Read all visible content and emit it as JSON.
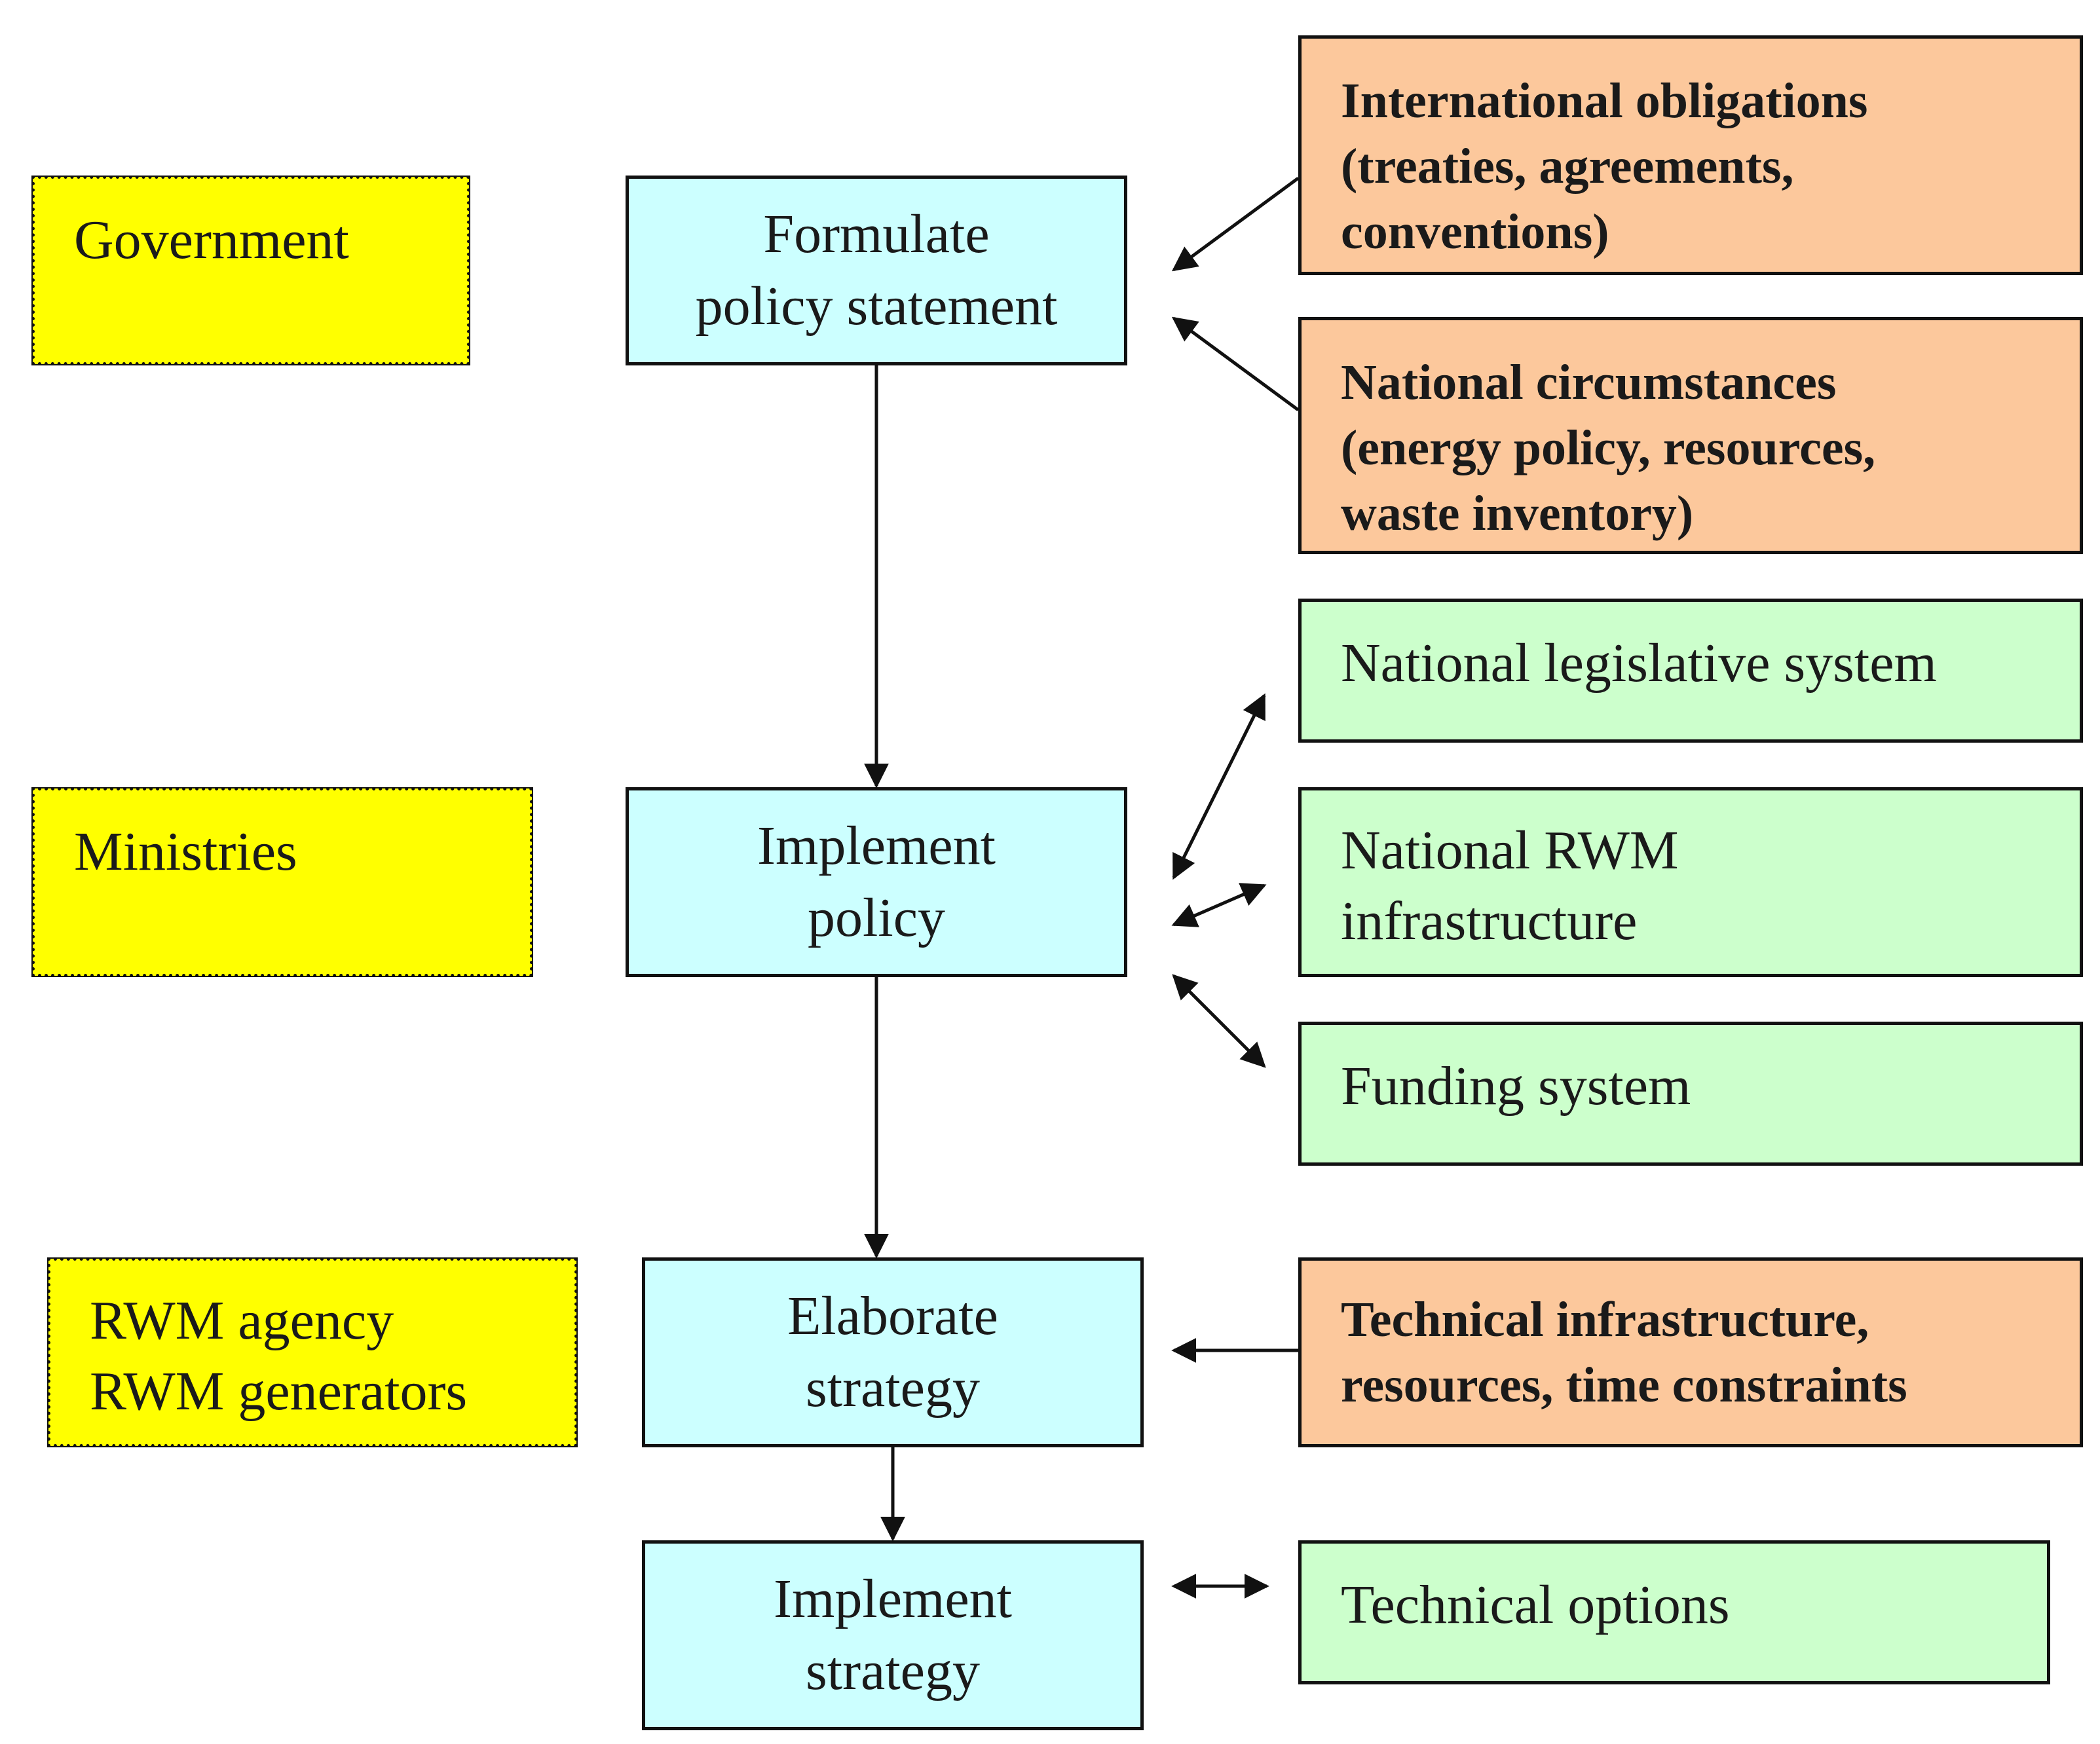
{
  "actors": {
    "government": [
      "Government"
    ],
    "ministries": [
      "Ministries"
    ],
    "rwm": [
      "RWM agency",
      "RWM generators"
    ]
  },
  "steps": {
    "formulate": [
      "Formulate",
      "policy statement"
    ],
    "implement_policy": [
      "Implement",
      "policy"
    ],
    "elaborate": [
      "Elaborate",
      "strategy"
    ],
    "implement_strategy": [
      "Implement",
      "strategy"
    ]
  },
  "inputs": {
    "international": [
      "International obligations",
      "(treaties, agreements,",
      "conventions)"
    ],
    "national_circumstances": [
      "National circumstances",
      "(energy policy, resources,",
      "waste inventory)"
    ],
    "legislative": [
      "National legislative system"
    ],
    "infrastructure": [
      "National RWM",
      "infrastructure"
    ],
    "funding": [
      "Funding system"
    ],
    "technical_infrastructure": [
      "Technical infrastructure,",
      "resources, time constraints"
    ],
    "technical_options": [
      "Technical options"
    ]
  },
  "colors": {
    "actor_fill": "#ffff00",
    "step_fill": "#ccffff",
    "constraint_fill": "#fcc89c",
    "resource_fill": "#ccffcc",
    "stroke": "#111111"
  }
}
